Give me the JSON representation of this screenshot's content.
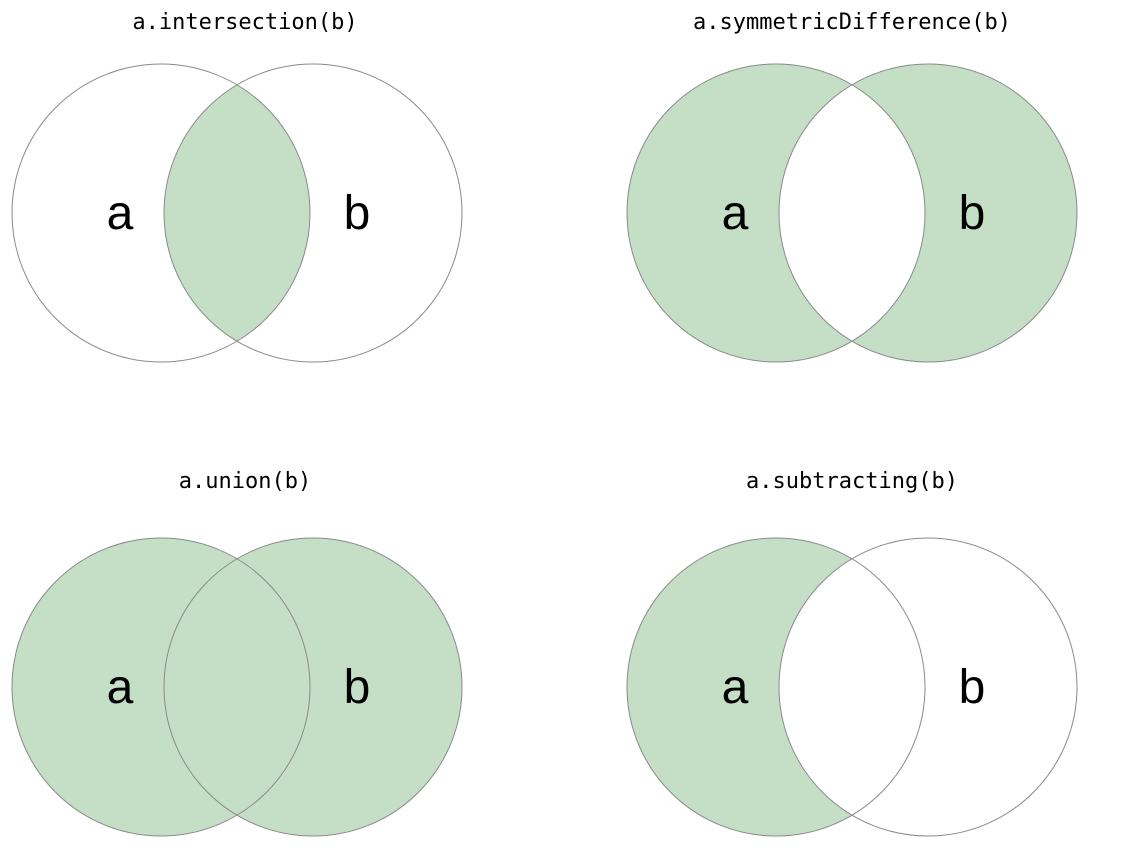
{
  "page": {
    "background": "#ffffff"
  },
  "venn": {
    "set_a_label": "a",
    "set_b_label": "b",
    "colors": {
      "green": "#c5dfc6",
      "white": "#ffffff",
      "stroke": "#8a8a8a",
      "label": "#000000",
      "title": "#000000"
    },
    "panels": [
      {
        "id": "intersection",
        "title": "a.intersection(b)",
        "region_fills": {
          "a_only": "white",
          "overlap": "green",
          "b_only": "white"
        }
      },
      {
        "id": "symmetric-difference",
        "title": "a.symmetricDifference(b)",
        "region_fills": {
          "a_only": "green",
          "overlap": "white",
          "b_only": "green"
        }
      },
      {
        "id": "union",
        "title": "a.union(b)",
        "region_fills": {
          "a_only": "green",
          "overlap": "green",
          "b_only": "green"
        }
      },
      {
        "id": "subtracting",
        "title": "a.subtracting(b)",
        "region_fills": {
          "a_only": "green",
          "overlap": "white",
          "b_only": "white"
        }
      }
    ]
  }
}
